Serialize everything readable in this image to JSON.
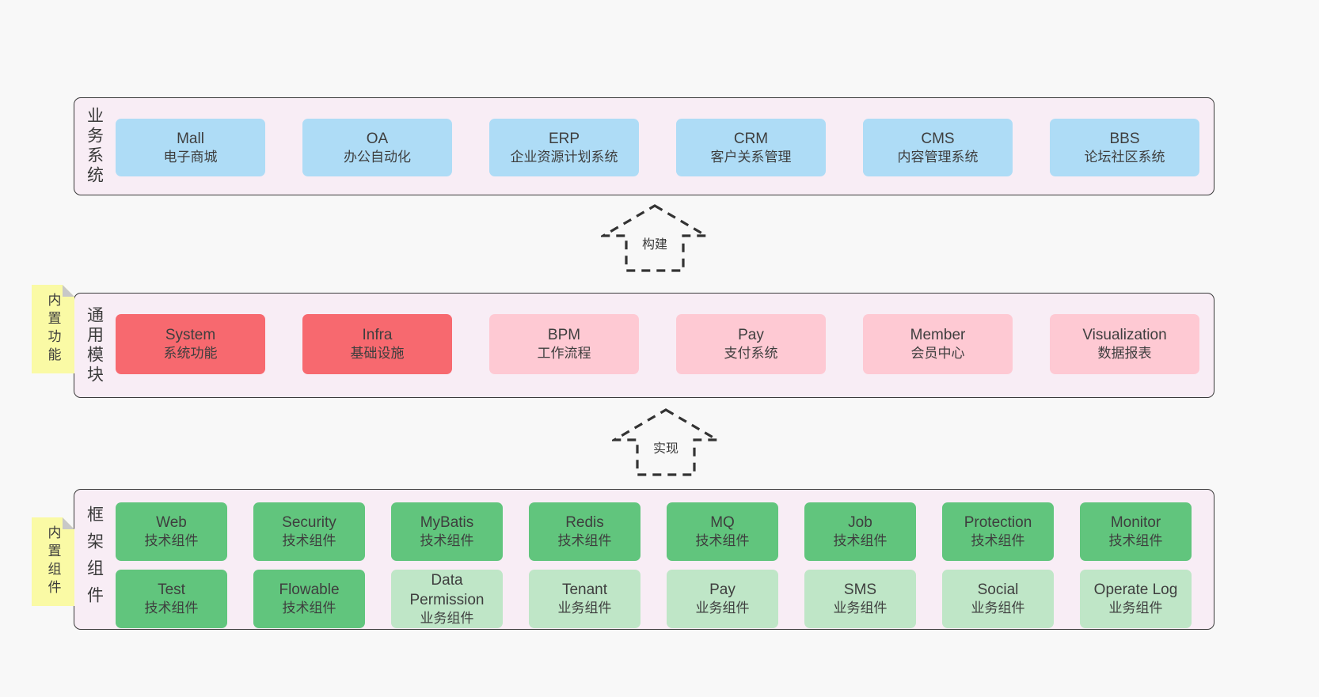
{
  "colors": {
    "page_bg": "#f8f8f8",
    "panel_bg": "#f8edf5",
    "panel_border": "#3a3a3a",
    "box_blue": "#aedcf6",
    "box_red": "#f7696f",
    "box_pink": "#fec9d3",
    "box_green": "#61c57d",
    "box_green_light": "#bfe6c7",
    "note_yellow": "#fafaa5",
    "note_fold_gray": "#c8c8c8",
    "text": "#3e3e3e"
  },
  "layers": [
    {
      "label": "业务系统",
      "boxes": [
        {
          "name": "Mall",
          "desc": "电子商城"
        },
        {
          "name": "OA",
          "desc": "办公自动化"
        },
        {
          "name": "ERP",
          "desc": "企业资源计划系统"
        },
        {
          "name": "CRM",
          "desc": "客户关系管理"
        },
        {
          "name": "CMS",
          "desc": "内容管理系统"
        },
        {
          "name": "BBS",
          "desc": "论坛社区系统"
        }
      ]
    },
    {
      "label": "通用模块",
      "note": "内置功能",
      "boxes": [
        {
          "name": "System",
          "desc": "系统功能"
        },
        {
          "name": "Infra",
          "desc": "基础设施"
        },
        {
          "name": "BPM",
          "desc": "工作流程"
        },
        {
          "name": "Pay",
          "desc": "支付系统"
        },
        {
          "name": "Member",
          "desc": "会员中心"
        },
        {
          "name": "Visualization",
          "desc": "数据报表"
        }
      ]
    },
    {
      "label": "框架组件",
      "note": "内置组件",
      "rows": [
        [
          {
            "name": "Web",
            "desc": "技术组件"
          },
          {
            "name": "Security",
            "desc": "技术组件"
          },
          {
            "name": "MyBatis",
            "desc": "技术组件"
          },
          {
            "name": "Redis",
            "desc": "技术组件"
          },
          {
            "name": "MQ",
            "desc": "技术组件"
          },
          {
            "name": "Job",
            "desc": "技术组件"
          },
          {
            "name": "Protection",
            "desc": "技术组件"
          },
          {
            "name": "Monitor",
            "desc": "技术组件"
          }
        ],
        [
          {
            "name": "Test",
            "desc": "技术组件"
          },
          {
            "name": "Flowable",
            "desc": "技术组件"
          },
          {
            "name": "Data Permission",
            "desc": "业务组件"
          },
          {
            "name": "Tenant",
            "desc": "业务组件"
          },
          {
            "name": "Pay",
            "desc": "业务组件"
          },
          {
            "name": "SMS",
            "desc": "业务组件"
          },
          {
            "name": "Social",
            "desc": "业务组件"
          },
          {
            "name": "Operate Log",
            "desc": "业务组件"
          }
        ]
      ]
    }
  ],
  "arrows": [
    {
      "label": "构建"
    },
    {
      "label": "实现"
    }
  ]
}
